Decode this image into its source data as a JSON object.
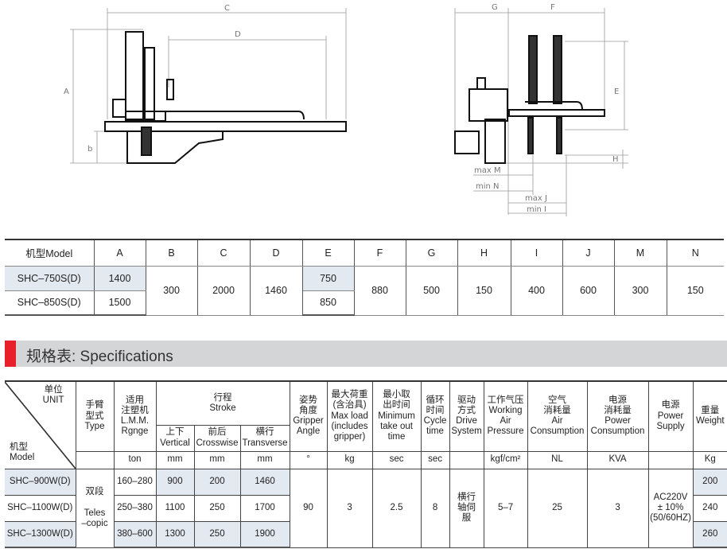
{
  "drawings": {
    "left_labels": {
      "c": "C",
      "d": "D",
      "a": "A",
      "b": "b"
    },
    "right_labels": {
      "g": "G",
      "f": "F",
      "e": "E",
      "h": "H",
      "max_m": "max M",
      "min_n": "min N",
      "max_j": "max J",
      "min_i": "min I"
    }
  },
  "dimension_table": {
    "headers": [
      "机型Model",
      "A",
      "B",
      "C",
      "D",
      "E",
      "F",
      "G",
      "H",
      "I",
      "J",
      "M",
      "N"
    ],
    "rows": [
      {
        "model": "SHC–750S(D)",
        "a": "1400",
        "e": "750"
      },
      {
        "model": "SHC–850S(D)",
        "a": "1500",
        "e": "850"
      }
    ],
    "shared": {
      "b": "300",
      "c": "2000",
      "d": "1460",
      "f": "880",
      "g": "500",
      "h": "150",
      "i": "400",
      "j": "600",
      "m": "300",
      "n": "150"
    }
  },
  "spec_title": "规格表: Specifications",
  "spec_table": {
    "h": {
      "unit": "单位\nUNIT",
      "model": "机型\nModel",
      "type": "手臂\n型式\nType",
      "lmm": "适用\n注塑机\nL.M.M.\nRgnge",
      "stroke": "行程\nStroke",
      "vertical": "上下\nVertical",
      "crosswise": "前后\nCrosswise",
      "transverse": "横行\nTransverse",
      "angle": "姿势\n角度\nGripper\nAngle",
      "load": "最大荷重\n(含治具)\nMax load\n(includes\ngripper)",
      "mintime": "最小取\n出时间\nMinimum\ntake out\ntime",
      "cycle": "循环\n时间\nCycle\ntime",
      "drive": "驱动\n方式\nDrive\nSystem",
      "pressure": "工作气压\nWorking\nAir\nPressure",
      "air": "空气\n消耗量\nAir\nConsumption",
      "power": "电源\n消耗量\nPower\nConsumption",
      "supply": "电源\nPower\nSupply",
      "weight": "重量\nWeight"
    },
    "units": {
      "lmm": "ton",
      "vertical": "mm",
      "crosswise": "mm",
      "transverse": "mm",
      "angle": "°",
      "load": "kg",
      "mintime": "sec",
      "cycle": "sec",
      "pressure": "kgf/cm²",
      "air": "NL",
      "power": "KVA",
      "weight": "Kg"
    },
    "rows": [
      {
        "model": "SHC–900W(D)",
        "lmm": "160–280",
        "vertical": "900",
        "crosswise": "200",
        "transverse": "1460",
        "weight": "200"
      },
      {
        "model": "SHC–1100W(D)",
        "lmm": "250–380",
        "vertical": "1100",
        "crosswise": "250",
        "transverse": "1700",
        "weight": "240"
      },
      {
        "model": "SHC–1300W(D)",
        "lmm": "380–600",
        "vertical": "1300",
        "crosswise": "250",
        "transverse": "1900",
        "weight": "260"
      }
    ],
    "shared": {
      "type": "双段\n\nTeles\n–copic",
      "angle": "90",
      "load": "3",
      "mintime": "2.5",
      "cycle": "8",
      "drive": "横行\n轴伺\n服",
      "pressure": "5–7",
      "air": "25",
      "power": "3",
      "supply": "AC220V\n± 10%\n(50/60HZ)"
    }
  }
}
